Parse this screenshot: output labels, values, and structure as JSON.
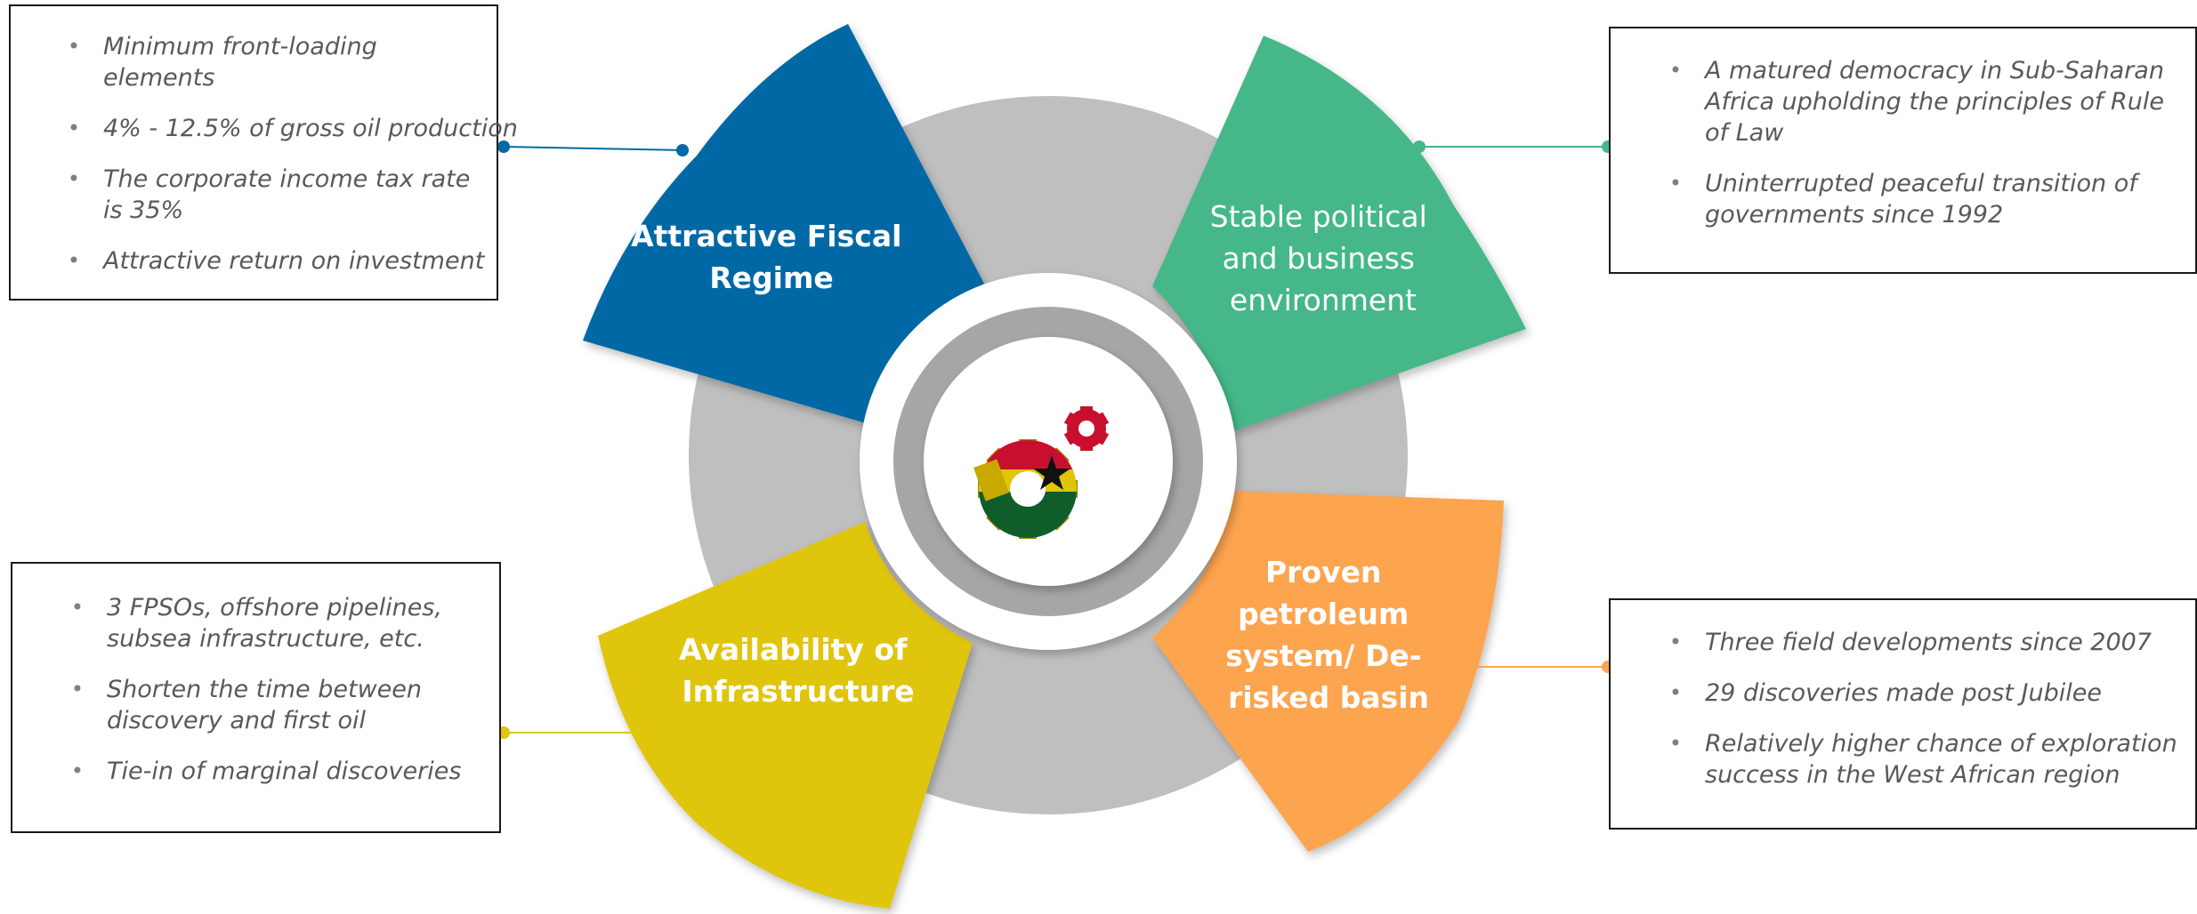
{
  "segments": [
    {
      "id": "fiscal",
      "label_lines": [
        "Attractive Fiscal",
        "Regime"
      ],
      "color": "#0369A5"
    },
    {
      "id": "political",
      "label_lines": [
        "Stable political",
        "and business",
        "environment"
      ],
      "color": "#45B789"
    },
    {
      "id": "petroleum",
      "label_lines": [
        "Proven",
        "petroleum",
        "system/ De-",
        "risked basin"
      ],
      "color": "#FDA450"
    },
    {
      "id": "infrastructure",
      "label_lines": [
        "Availability of",
        "Infrastructure"
      ],
      "color": "#E0C508"
    }
  ],
  "boxes": {
    "fiscal": [
      "Minimum front-loading elements",
      "4% - 12.5% of gross oil production",
      "The corporate income tax rate is 35%",
      "Attractive return on investment"
    ],
    "political": [
      "A matured democracy in Sub-Saharan Africa upholding the principles of Rule of Law",
      "Uninterrupted peaceful transition of governments since 1992"
    ],
    "infrastructure": [
      "3 FPSOs, offshore pipelines, subsea infrastructure, etc.",
      "Shorten the time between discovery and first oil",
      "Tie-in of marginal discoveries"
    ],
    "petroleum": [
      "Three field developments since 2007",
      "29 discoveries made post Jubilee",
      "Relatively higher chance of exploration success in the West African region"
    ]
  },
  "colors": {
    "ring": "#BFBFBF",
    "inner_ring": "#A6A6A6",
    "connector_fiscal": "#0369A5",
    "connector_political": "#45B789",
    "connector_petroleum": "#FDA450",
    "connector_infrastructure": "#E0C508"
  },
  "icons": {
    "center": "gears-ghana-flag-icon"
  }
}
